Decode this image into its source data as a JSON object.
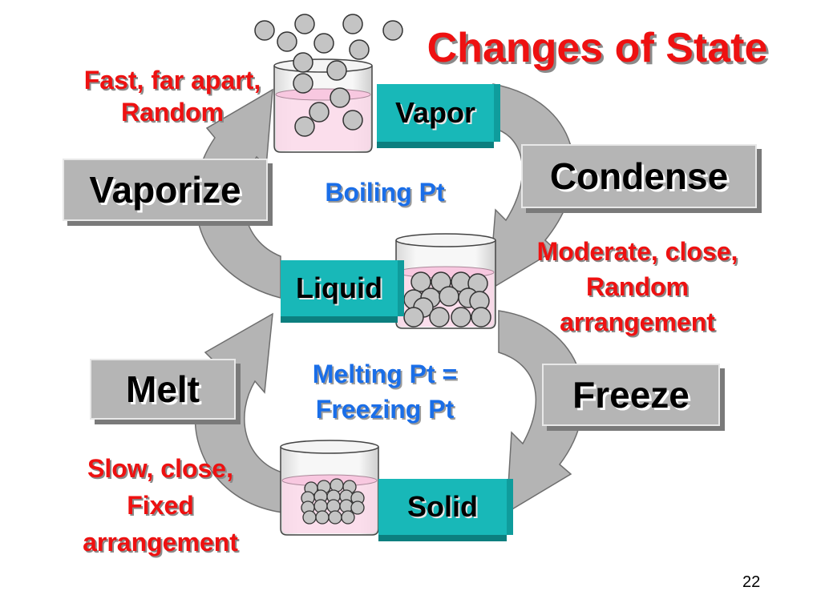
{
  "title": "Changes of State",
  "page_number": "22",
  "processes": {
    "vaporize": "Vaporize",
    "condense": "Condense",
    "melt": "Melt",
    "freeze": "Freeze"
  },
  "states": {
    "vapor": "Vapor",
    "liquid": "Liquid",
    "solid": "Solid"
  },
  "points": {
    "boiling": "Boiling Pt",
    "melting_line1": "Melting Pt =",
    "melting_line2": "Freezing Pt"
  },
  "descriptions": {
    "gas": [
      "Fast, far apart,",
      "Random"
    ],
    "liquid": [
      "Moderate, close,",
      "Random",
      "arrangement"
    ],
    "solid": [
      "Slow, close,",
      "Fixed",
      "arrangement"
    ]
  },
  "colors": {
    "title_red": "#ee1111",
    "point_blue": "#1a6ee8",
    "state_teal": "#18b8b8",
    "process_gray": "#b5b5b5",
    "arrow_gray": "#a8a8a8",
    "particle_gray": "#c4c4c4"
  }
}
